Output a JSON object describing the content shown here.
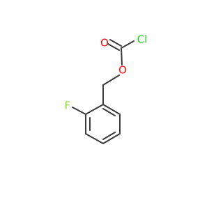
{
  "molecule": {
    "atoms": [
      {
        "id": "O_carbonyl",
        "label": "O",
        "color": "#ff0d0d"
      },
      {
        "id": "Cl",
        "label": "Cl",
        "color": "#1fd01f"
      },
      {
        "id": "O_ester",
        "label": "O",
        "color": "#ff0d0d"
      },
      {
        "id": "F",
        "label": "F",
        "color": "#8fdb2f"
      }
    ],
    "bond_color": "#3a3a3a"
  }
}
